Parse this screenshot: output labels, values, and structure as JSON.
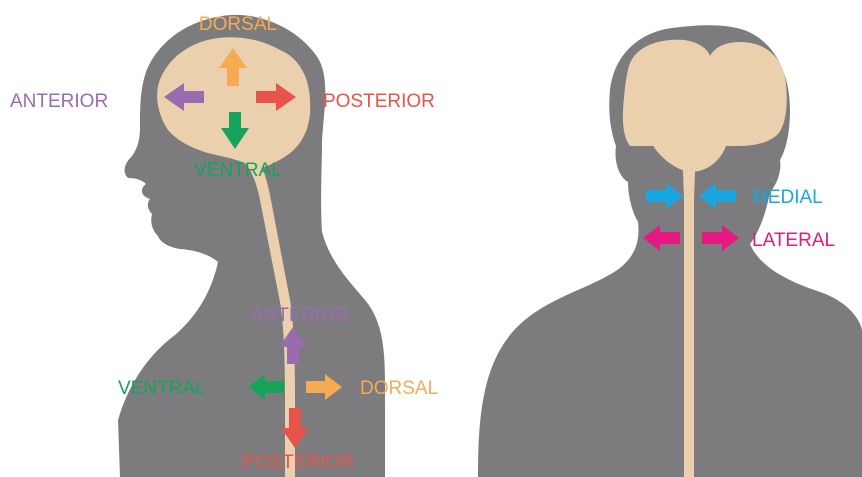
{
  "colors": {
    "body": "#7c7c7e",
    "tissue": "#ead0ad",
    "anterior": "#9b6bb0",
    "posterior": "#e8534a",
    "dorsal": "#f6ab52",
    "ventral": "#17a35c",
    "medial": "#1aa6e0",
    "lateral": "#e5197f"
  },
  "side_view": {
    "brain_labels": {
      "dorsal": "DORSAL",
      "anterior": "ANTERIOR",
      "posterior": "POSTERIOR",
      "ventral": "VENTRAL"
    },
    "spine_labels": {
      "anterior": "ANTERIOR",
      "ventral": "VENTRAL",
      "dorsal": "DORSAL",
      "posterior": "POSTERIOR"
    }
  },
  "front_view": {
    "labels": {
      "medial": "MEDIAL",
      "lateral": "LATERAL"
    }
  }
}
